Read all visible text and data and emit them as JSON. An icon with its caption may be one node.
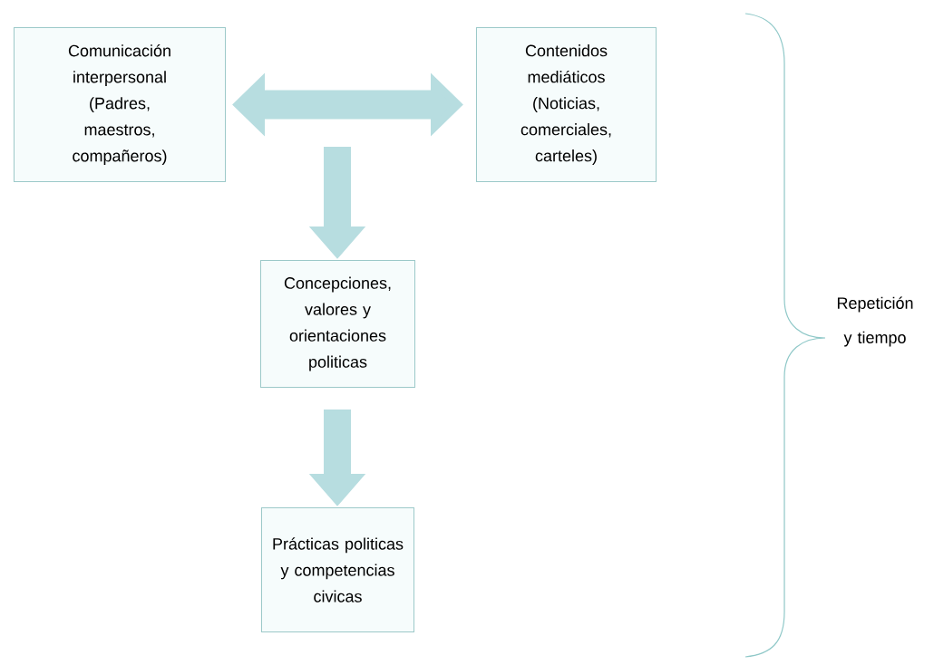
{
  "diagram": {
    "nodes": [
      {
        "text": [
          "Comunicación interpersonal (Padres, maestros, compañeros)"
        ]
      },
      {
        "text": [
          "Contenidos mediáticos (Noticias, comerciales, carteles)"
        ]
      },
      {
        "text": [
          "Concepciones, valores y orientaciones politicas"
        ]
      },
      {
        "text": [
          "Prácticas politicas y competencias civicas"
        ]
      }
    ],
    "edges": [
      {
        "from": 0,
        "to": 1,
        "arrow": "both"
      },
      {
        "from": null,
        "to": 2,
        "arrow": "to"
      },
      {
        "from": 2,
        "to": 3,
        "arrow": "to"
      }
    ],
    "labels": [
      "Repetición y tiempo"
    ]
  }
}
